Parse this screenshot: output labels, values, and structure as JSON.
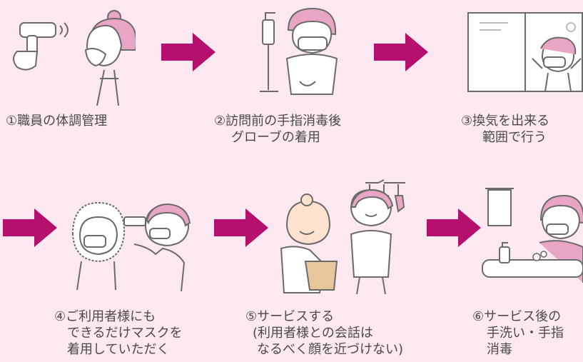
{
  "colors": {
    "background": "#fce8f1",
    "arrow": "#b5106e",
    "accent_pink": "#e8a6c4",
    "line": "#6b6b6b"
  },
  "steps": [
    {
      "lines": [
        "①職員の体調管理"
      ]
    },
    {
      "lines": [
        "②訪問前の手指消毒後",
        "グローブの着用"
      ]
    },
    {
      "lines": [
        "③換気を出来る",
        "範囲で行う"
      ]
    },
    {
      "lines": [
        "④ご利用者様にも",
        "できるだけマスクを",
        "着用していただく"
      ]
    },
    {
      "lines": [
        "⑤サービスする",
        "(利用者様との会話は",
        "なるべく顔を近づけない)"
      ]
    },
    {
      "lines": [
        "⑥サービス後の",
        "手洗い・手指",
        "消毒"
      ]
    }
  ]
}
